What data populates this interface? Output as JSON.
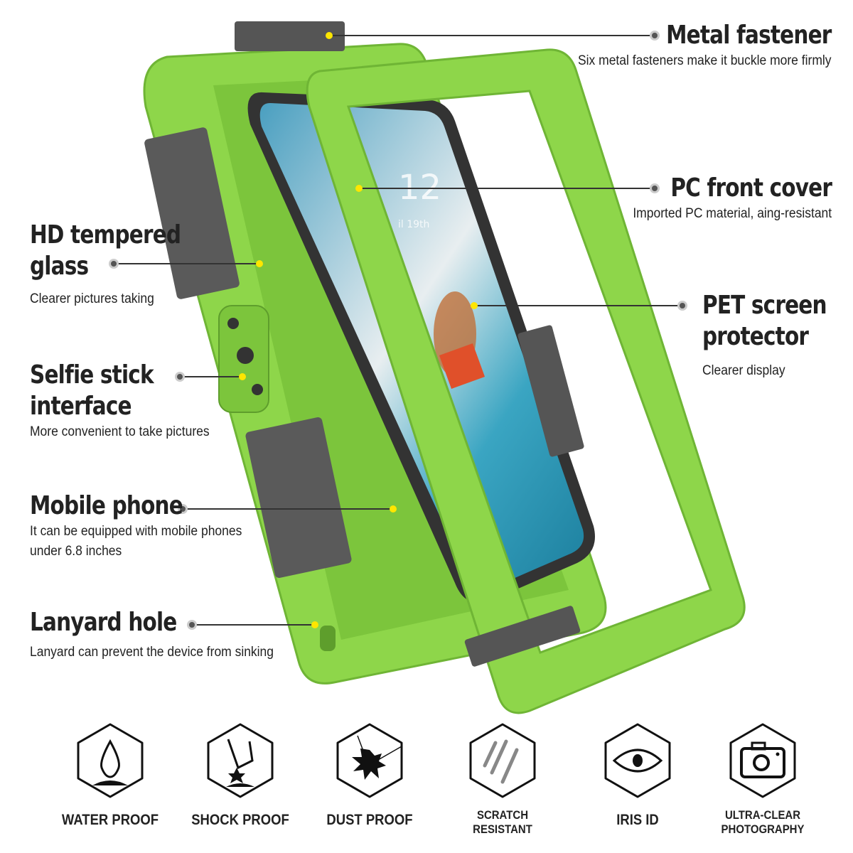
{
  "callouts": {
    "metal_fastener": {
      "title": "Metal fastener",
      "subtitle": "Six metal fasteners make it buckle more firmly"
    },
    "pc_front_cover": {
      "title": "PC front cover",
      "subtitle": "Imported PC material, aing-resistant"
    },
    "pet_screen_protector": {
      "title_line1": "PET screen",
      "title_line2": "protector",
      "subtitle": "Clearer display"
    },
    "hd_tempered_glass": {
      "title_line1": "HD tempered",
      "title_line2": "glass",
      "subtitle": "Clearer pictures taking"
    },
    "selfie_stick_interface": {
      "title_line1": "Selfie stick",
      "title_line2": "interface",
      "subtitle": "More convenient to take pictures"
    },
    "mobile_phone": {
      "title": "Mobile phone",
      "subtitle_line1": "It can be equipped with mobile phones",
      "subtitle_line2": "under 6.8 inches"
    },
    "lanyard_hole": {
      "title": "Lanyard hole",
      "subtitle": "Lanyard can prevent the device from sinking"
    }
  },
  "phone_screen": {
    "time": "12",
    "date": "il 19th"
  },
  "features": [
    {
      "icon": "water-drop-icon",
      "label": "WATER  PROOF"
    },
    {
      "icon": "shock-icon",
      "label": "SHOCK  PROOF"
    },
    {
      "icon": "dust-splat-icon",
      "label": "DUST  PROOF"
    },
    {
      "icon": "scratch-icon",
      "label_line1": "SCRATCH",
      "label_line2": "RESISTANT"
    },
    {
      "icon": "eye-icon",
      "label": "IRIS ID"
    },
    {
      "icon": "camera-icon",
      "label_line1": "ULTRA-CLEAR",
      "label_line2": "PHOTOGRAPHY"
    }
  ],
  "colors": {
    "case_green": "#8ed64a",
    "case_dark_green": "#6fb535",
    "dot_yellow": "#ffe600",
    "text": "#222222"
  }
}
